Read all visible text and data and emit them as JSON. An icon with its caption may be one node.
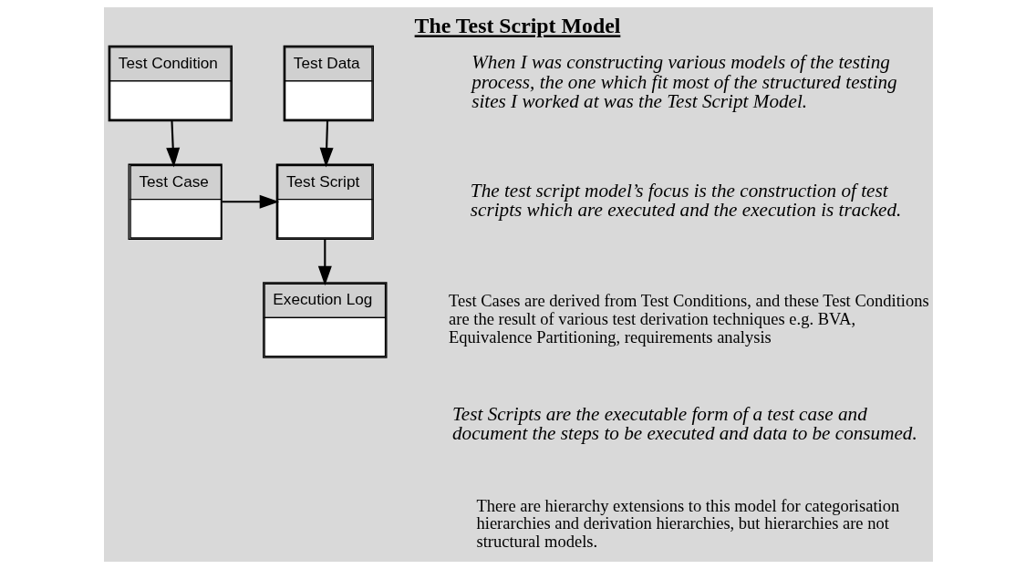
{
  "diagram": {
    "title": "The Test Script Model",
    "nodes": [
      {
        "text": [
          "Test Condition"
        ]
      },
      {
        "text": [
          "Test Data"
        ]
      },
      {
        "text": [
          "Test Case"
        ]
      },
      {
        "text": [
          "Test Script"
        ]
      },
      {
        "text": [
          "Execution Log"
        ]
      }
    ],
    "edges": [
      {
        "from": 0,
        "to": 2,
        "arrow": "to"
      },
      {
        "from": 1,
        "to": 3,
        "arrow": "to"
      },
      {
        "from": 2,
        "to": 3,
        "arrow": "to"
      },
      {
        "from": 3,
        "to": 4,
        "arrow": "to"
      }
    ],
    "labels": [
      "When I was constructing various models of the testing process, the one which fit most of the structured testing sites I worked at was the Test Script Model.",
      "The test script model’s focus is the construction of test scripts which are executed and the execution is tracked.",
      "Test Cases are derived from Test Conditions, and these Test Conditions are the result of various test derivation techniques e.g. BVA, Equivalence Partitioning, requirements analysis",
      "Test Scripts are the executable form of a test case and document the steps to be executed and data to be consumed.",
      "There are hierarchy extensions to this model for categorisation hierarchies and derivation hierarchies, but hierarchies are not structural models."
    ]
  }
}
